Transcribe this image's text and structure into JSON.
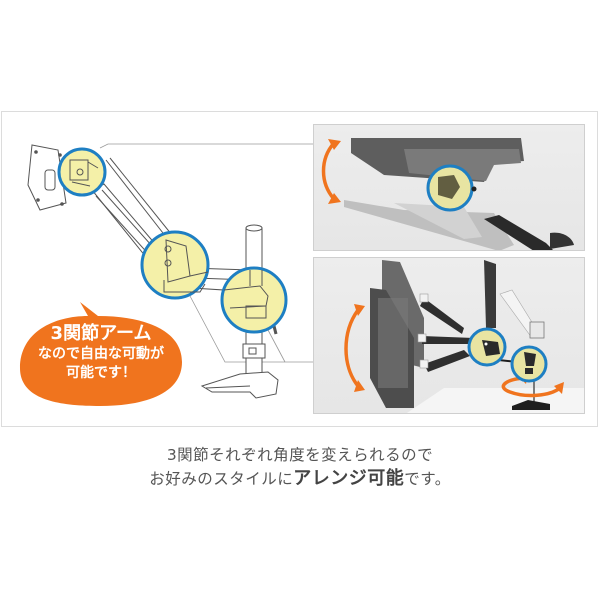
{
  "colors": {
    "accent_orange": "#f0741e",
    "highlight_blue": "#1e7fc3",
    "highlight_fill": "#f4f0a8",
    "caption_text": "#555555",
    "frame_border": "#dcdcdc",
    "panel_bg": "#ebebeb"
  },
  "callout": {
    "title": "3関節アーム",
    "line1": "なので自由な可動が",
    "line2": "可能です！"
  },
  "diagram": {
    "icons": [
      "monitor-arm-line-drawing",
      "joint-highlight-circle",
      "rotate-arrow-icon"
    ],
    "joints_highlighted": 3
  },
  "panels": {
    "top": {
      "icon": "tilt-arrow-icon",
      "subject": "monitor-tilt-photo"
    },
    "bottom": {
      "icon": "swivel-arrow-icon",
      "subject": "monitor-arm-positions-photo"
    }
  },
  "caption": {
    "line1": "3関節それぞれ角度を変えられるので",
    "line2_prefix": "お好みのスタイルに",
    "line2_emphasis": "アレンジ可能",
    "line2_suffix": "です。"
  }
}
